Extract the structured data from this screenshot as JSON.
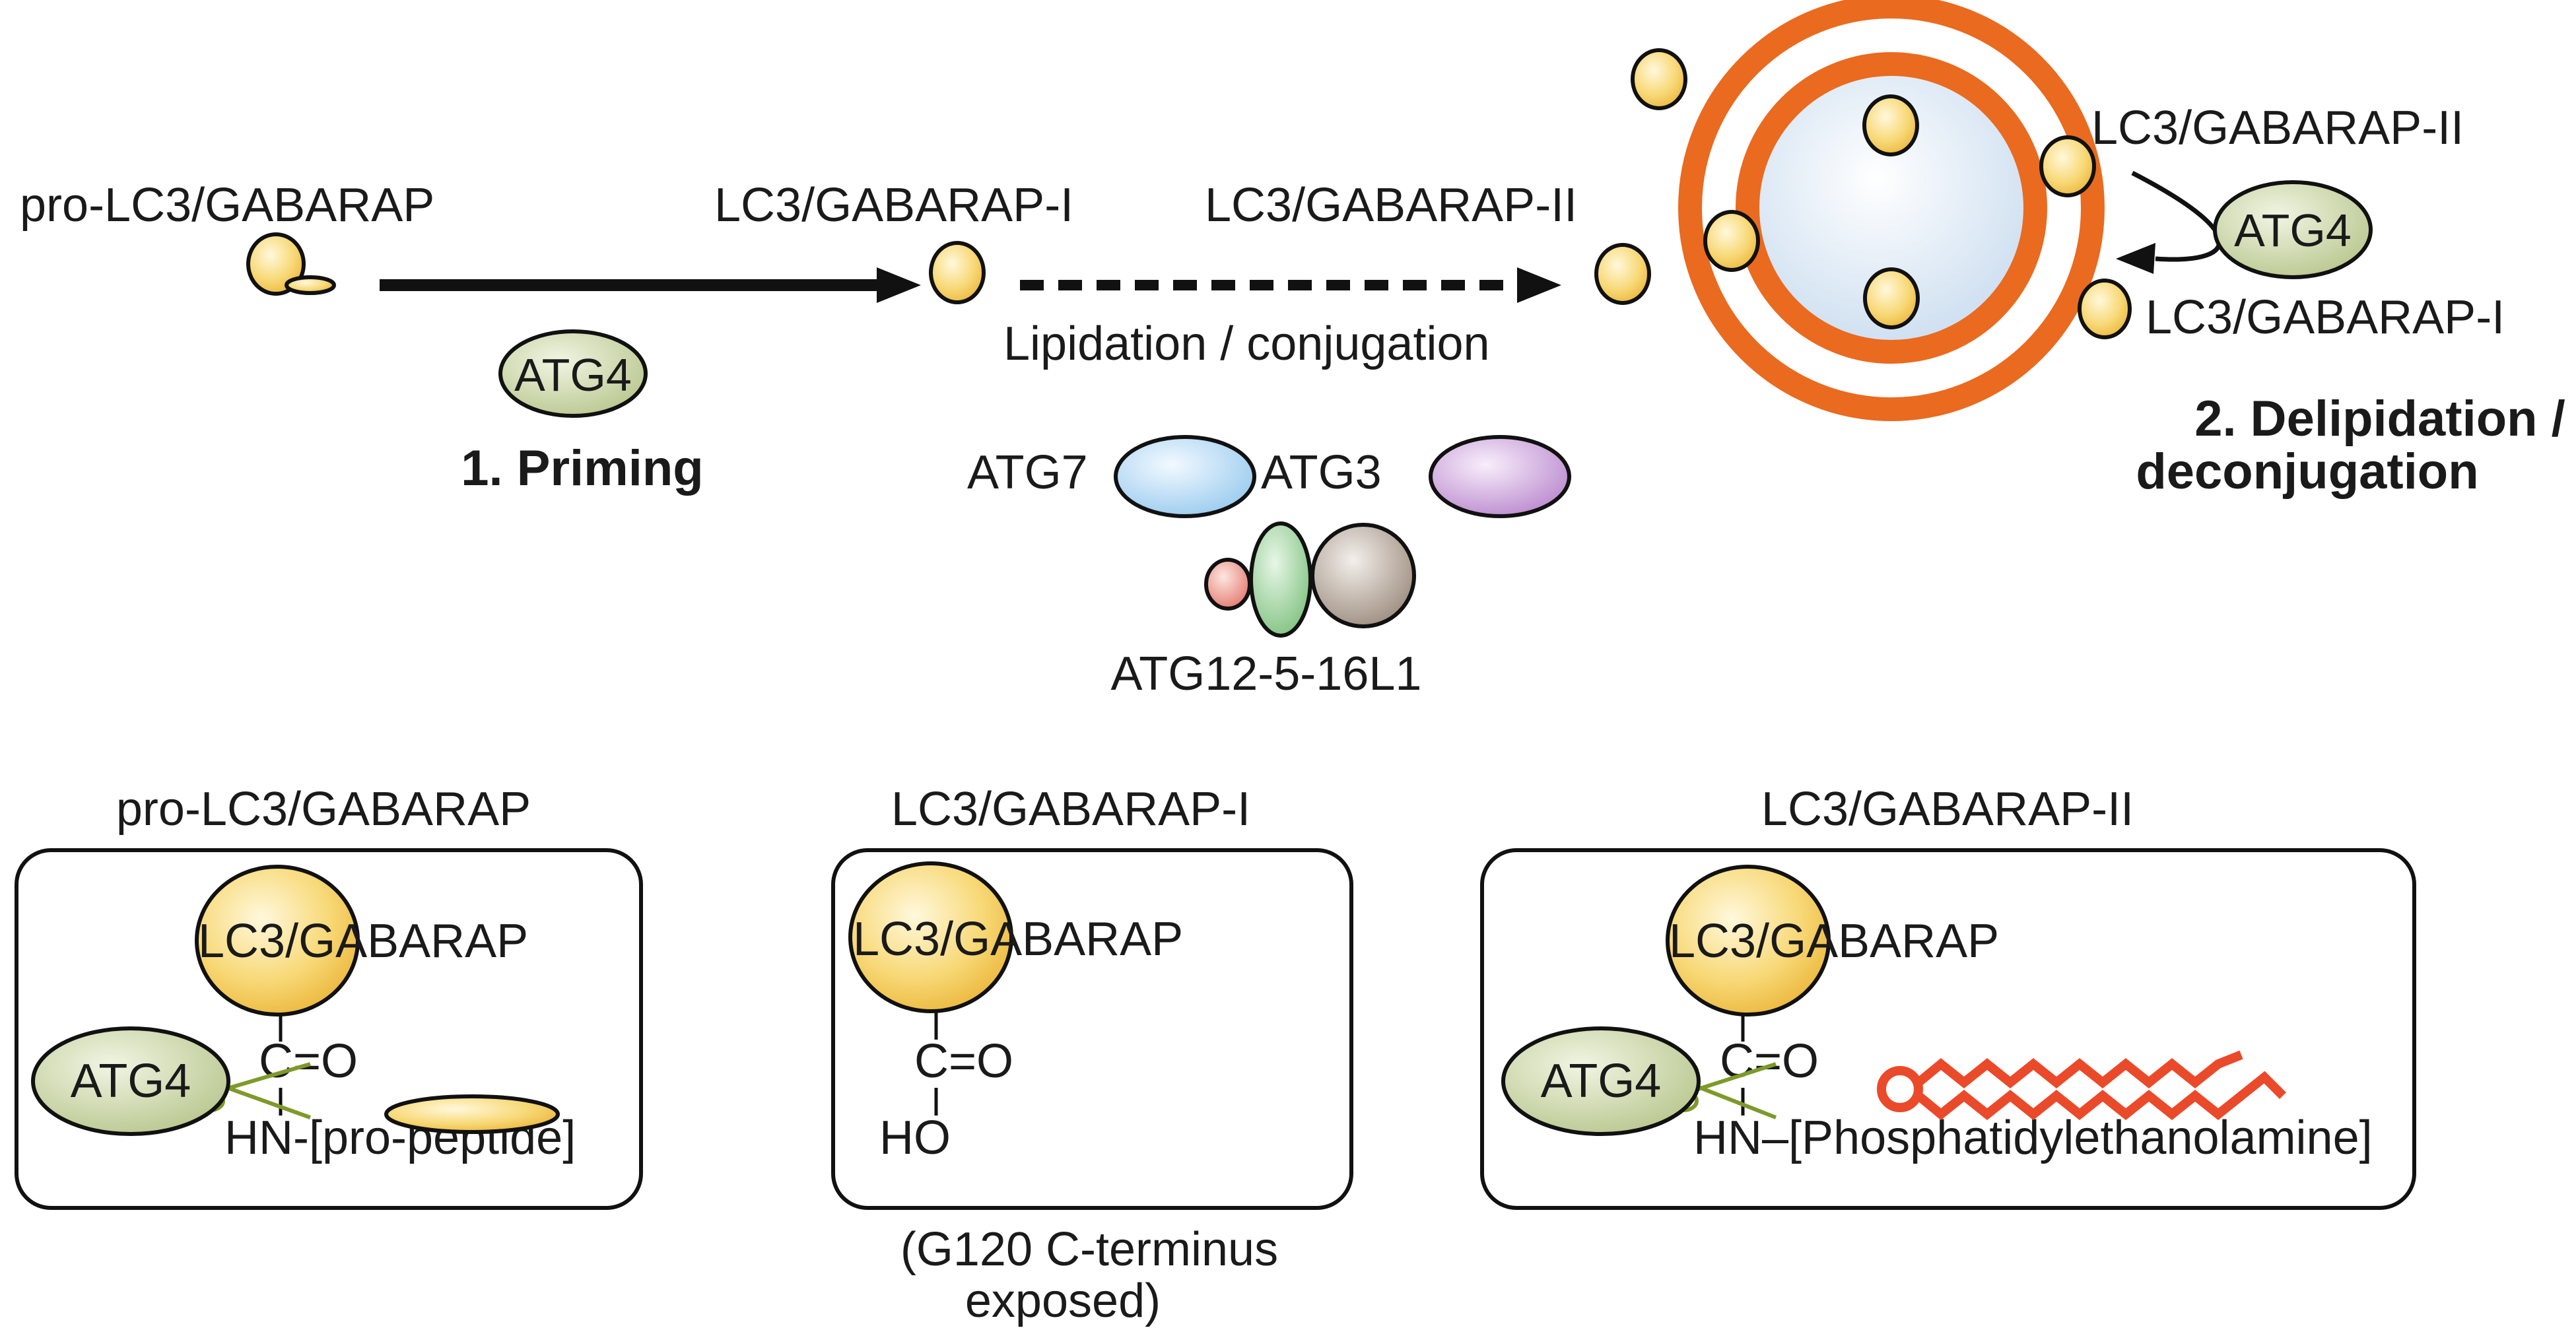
{
  "top": {
    "pro_label": "pro-LC3/GABARAP",
    "lc3_i_label": "LC3/GABARAP-I",
    "lc3_ii_label": "LC3/GABARAP-II",
    "atg4_priming": "ATG4",
    "priming_label": "1. Priming",
    "lipidation_label": "Lipidation / conjugation",
    "atg7": "ATG7",
    "atg3": "ATG3",
    "atg12_complex": "ATG12-5-16L1",
    "recycle_ii_label": "LC3/GABARAP-II",
    "recycle_atg4": "ATG4",
    "recycle_i_label": "LC3/GABARAP-I",
    "delipidation_line1": "2. Delipidation /",
    "delipidation_line2": "deconjugation"
  },
  "panels": [
    {
      "title": "pro-LC3/GABARAP",
      "protein": "LC3/GABARAP",
      "carbonyl": "C=O",
      "amide": "HN-[pro-peptide]",
      "enzyme": "ATG4"
    },
    {
      "title": "LC3/GABARAP-I",
      "protein": "LC3/GABARAP",
      "carbonyl": "C=O",
      "hydroxyl": "HO",
      "note_line1": "(G120 C-terminus",
      "note_line2": "exposed)"
    },
    {
      "title": "LC3/GABARAP-II",
      "protein": "LC3/GABARAP",
      "carbonyl": "C=O",
      "amide": "HN–[Phosphatidylethanolamine]",
      "enzyme": "ATG4"
    }
  ],
  "colors": {
    "lc3_yellow": "#f6cd5a",
    "atg4_green": "#c3d09a",
    "atg7_blue": "#a9d4f2",
    "atg3_purple": "#c79ad6",
    "atg12_red": "#e8857a",
    "atg5_green": "#8cc98c",
    "atg16_taupe": "#a8988b",
    "membrane_orange": "#ea6a1f",
    "lipid_red": "#ea4a2a",
    "scissor_green": "#7d9a2a"
  }
}
